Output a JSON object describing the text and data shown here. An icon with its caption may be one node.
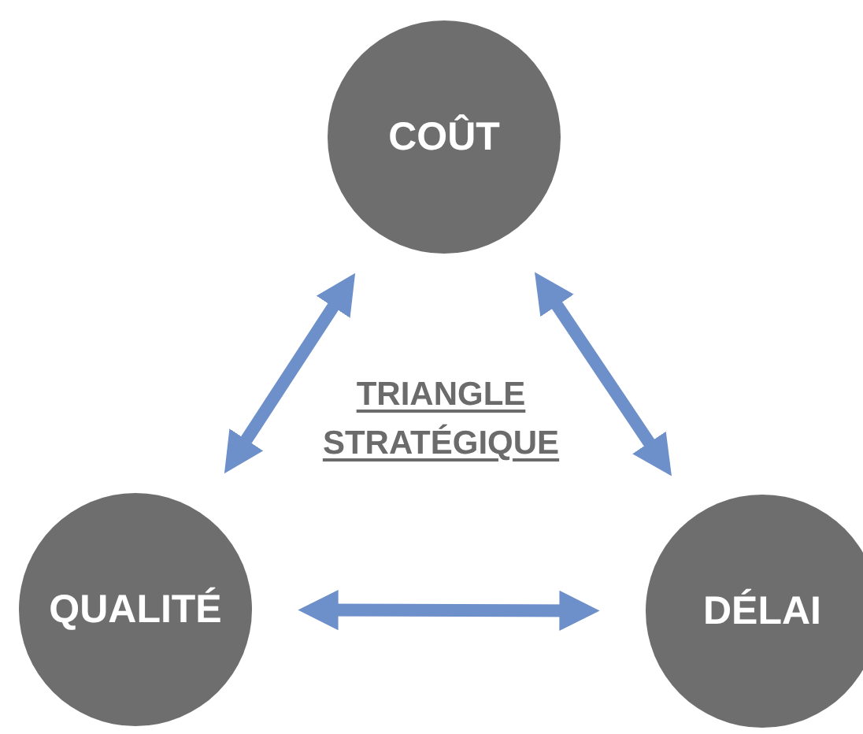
{
  "diagram": {
    "nodes": [
      {
        "text": [
          "COÛT"
        ]
      },
      {
        "text": [
          "QUALITÉ"
        ]
      },
      {
        "text": [
          "DÉLAI"
        ]
      }
    ],
    "edges": [
      {
        "from": 1,
        "to": 0,
        "arrow": "both"
      },
      {
        "from": 0,
        "to": 2,
        "arrow": "both"
      },
      {
        "from": 1,
        "to": 2,
        "arrow": "both"
      }
    ],
    "labels": [
      "TRIANGLE STRATÉGIQUE"
    ]
  }
}
